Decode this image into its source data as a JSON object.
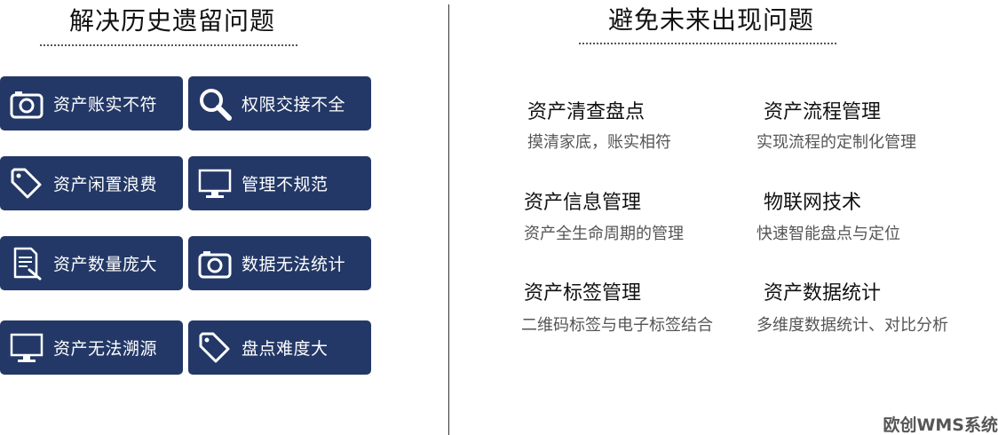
{
  "left": {
    "title": "解决历史遗留问题",
    "cards": [
      {
        "label": "资产账实不符",
        "icon": "camera-icon"
      },
      {
        "label": "权限交接不全",
        "icon": "search-icon"
      },
      {
        "label": "资产闲置浪费",
        "icon": "tag-icon"
      },
      {
        "label": "管理不规范",
        "icon": "monitor-icon"
      },
      {
        "label": "资产数量庞大",
        "icon": "document-icon"
      },
      {
        "label": "数据无法统计",
        "icon": "camera-icon"
      },
      {
        "label": "资产无法溯源",
        "icon": "monitor-icon"
      },
      {
        "label": "盘点难度大",
        "icon": "tag-icon"
      }
    ]
  },
  "right": {
    "title": "避免未来出现问题",
    "features": [
      {
        "title": "资产清查盘点",
        "desc": "摸清家底，账实相符"
      },
      {
        "title": "资产流程管理",
        "desc": "实现流程的定制化管理"
      },
      {
        "title": "资产信息管理",
        "desc": "资产全生命周期的管理"
      },
      {
        "title": "物联网技术",
        "desc": "快速智能盘点与定位"
      },
      {
        "title": "资产标签管理",
        "desc": "二维码标签与电子标签结合"
      },
      {
        "title": "资产数据统计",
        "desc": "多维度数据统计、对比分析"
      }
    ]
  },
  "brand": "欧创WMS系统",
  "colors": {
    "card_bg": "#233866",
    "card_text": "#ffffff"
  }
}
